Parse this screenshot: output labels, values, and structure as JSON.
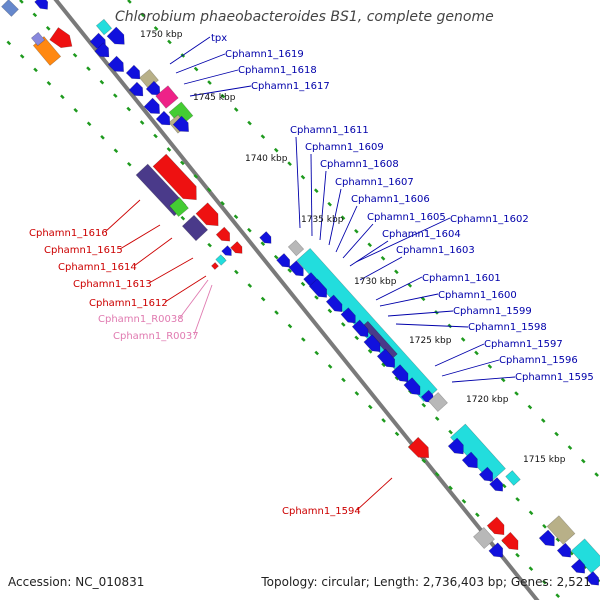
{
  "title": "Chlorobium phaeobacteroides BS1, complete genome",
  "footer": {
    "accession": "Accession: NC_010831",
    "topology": "Topology: circular; Length: 2,736,403 bp; Genes: 2,521"
  },
  "colors": {
    "line": "#7a7a7a",
    "tick": "#1e9a1e",
    "red": "#ee1111",
    "blue": "#1111dd",
    "cyan": "#22dddd",
    "purple": "#4a3a8a",
    "green": "#44cc33",
    "grey": "#b8b8b8",
    "khaki": "#b8b088",
    "magenta": "#ee2288",
    "orange": "#ff8811",
    "pink_label": "#e07ab0",
    "red_label": "#cc0000",
    "blue_label": "#0000aa"
  },
  "scale_labels": [
    "1750 kbp",
    "1745 kbp",
    "1740 kbp",
    "1735 kbp",
    "1730 kbp",
    "1725 kbp",
    "1720 kbp",
    "1715 kbp"
  ],
  "labels_blue": [
    "tpx",
    "Cphamn1_1619",
    "Cphamn1_1618",
    "Cphamn1_1617",
    "Cphamn1_1611",
    "Cphamn1_1609",
    "Cphamn1_1608",
    "Cphamn1_1607",
    "Cphamn1_1606",
    "Cphamn1_1605",
    "Cphamn1_1602",
    "Cphamn1_1604",
    "Cphamn1_1603",
    "Cphamn1_1601",
    "Cphamn1_1600",
    "Cphamn1_1599",
    "Cphamn1_1598",
    "Cphamn1_1597",
    "Cphamn1_1596",
    "Cphamn1_1595"
  ],
  "labels_red": [
    "Cphamn1_1616",
    "Cphamn1_1615",
    "Cphamn1_1614",
    "Cphamn1_1613",
    "Cphamn1_1612",
    "Cphamn1_1594"
  ],
  "labels_pink": [
    "Cphamn1_R0038",
    "Cphamn1_R0037"
  ]
}
